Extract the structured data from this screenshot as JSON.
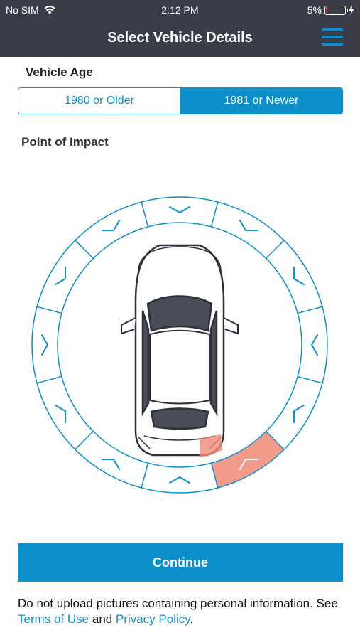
{
  "status_bar": {
    "carrier": "No SIM",
    "time": "2:12 PM",
    "battery_percent": "5%",
    "battery_level": 0.05,
    "icons": [
      "wifi-icon",
      "battery-icon",
      "charging-bolt-icon"
    ]
  },
  "header": {
    "title": "Select Vehicle Details",
    "menu_icon": "hamburger-menu-icon"
  },
  "vehicle_age": {
    "label": "Vehicle Age",
    "options": [
      "1980 or Older",
      "1981 or Newer"
    ],
    "selected": "1981 or Newer"
  },
  "point_of_impact": {
    "label": "Point of Impact",
    "zones": [
      "front",
      "front-right",
      "right-front",
      "right",
      "right-rear",
      "rear-right",
      "rear",
      "rear-left",
      "left-rear",
      "left",
      "left-front",
      "front-left"
    ],
    "selected_zone": "rear-right",
    "highlight_color": "#f08a75",
    "accent_color": "#0f8fc9"
  },
  "actions": {
    "continue_label": "Continue"
  },
  "disclaimer": {
    "text_1": "Do not upload pictures containing personal information. See ",
    "terms_link": "Terms of Use",
    "text_2": " and ",
    "privacy_link": "Privacy Policy",
    "text_3": "."
  }
}
